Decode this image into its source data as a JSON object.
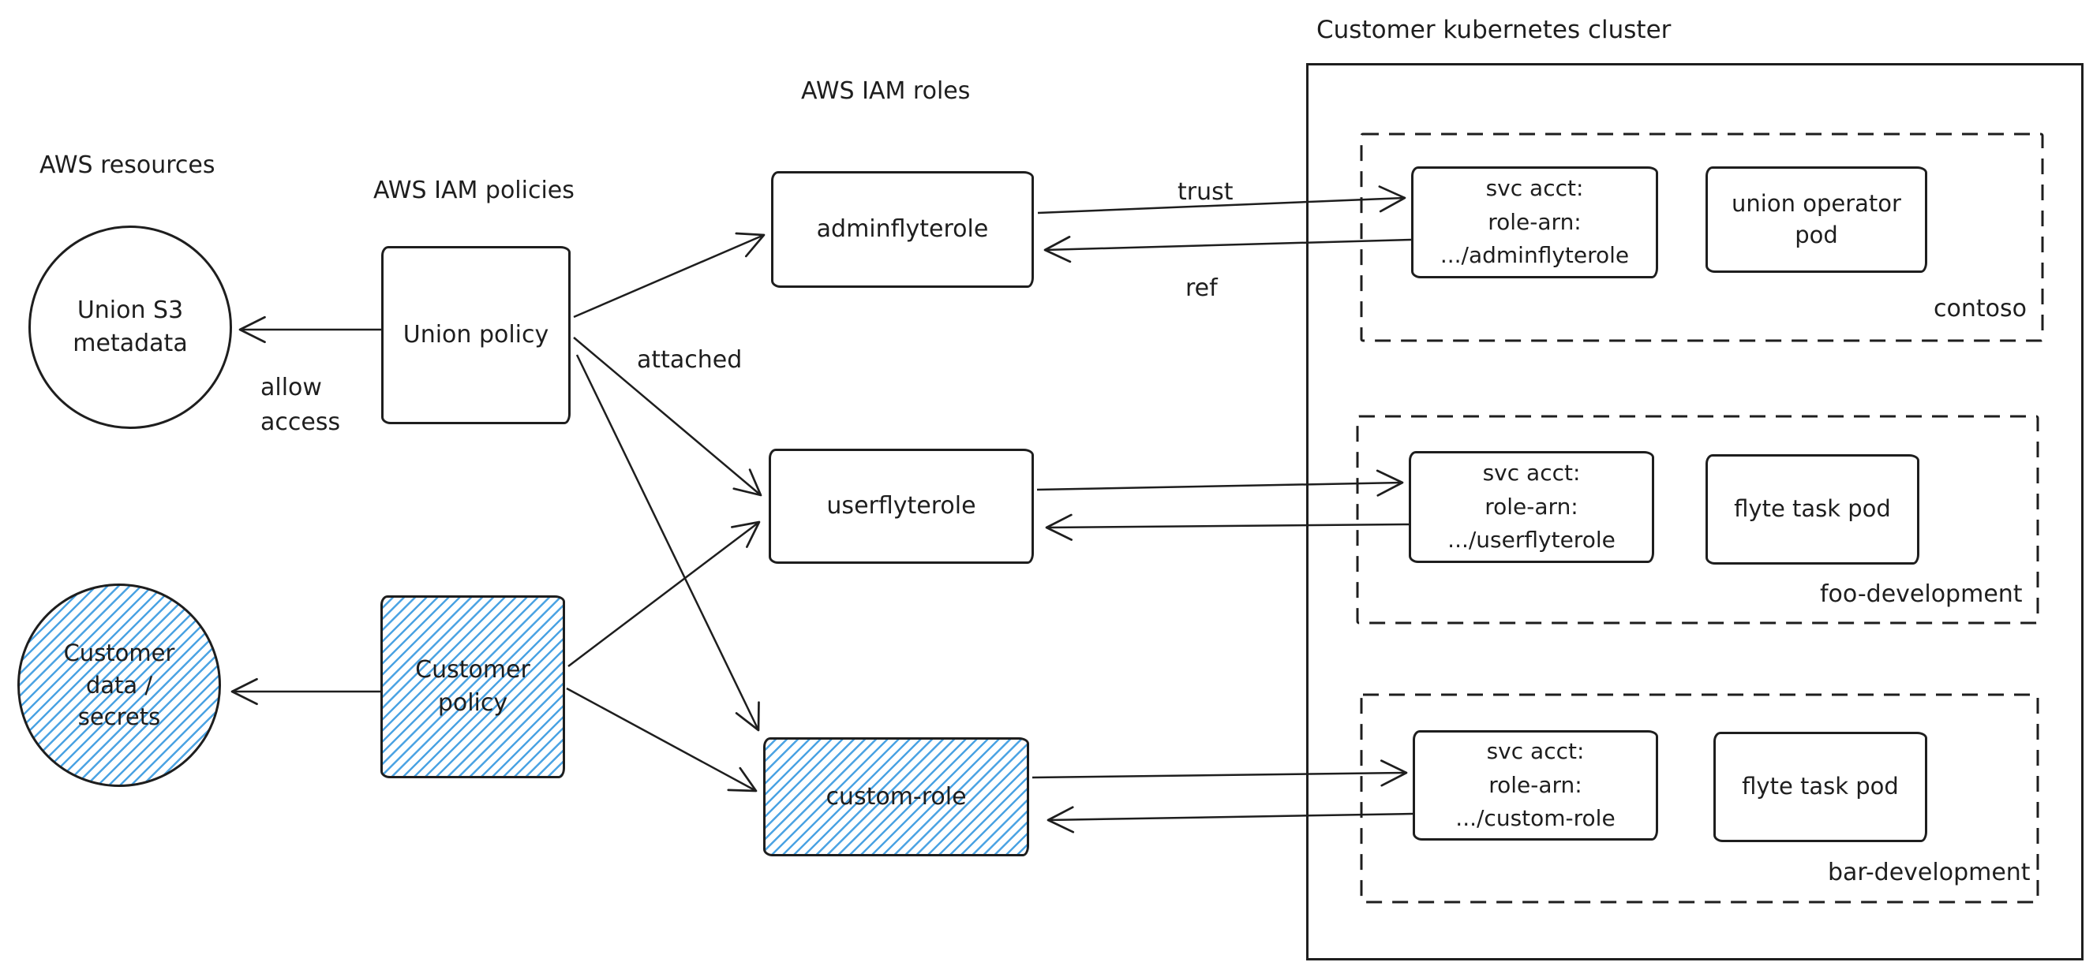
{
  "labels": {
    "aws_resources": "AWS resources",
    "aws_iam_policies": "AWS IAM policies",
    "aws_iam_roles": "AWS IAM roles",
    "cluster_title": "Customer kubernetes cluster"
  },
  "nodes": {
    "union_s3": {
      "line1": "Union S3",
      "line2": "metadata"
    },
    "customer_data": {
      "line1": "Customer",
      "line2": "data /",
      "line3": "secrets"
    },
    "union_policy": {
      "label": "Union policy"
    },
    "customer_policy": {
      "line1": "Customer",
      "line2": "policy"
    },
    "adminflyterole": {
      "label": "adminflyterole"
    },
    "userflyterole": {
      "label": "userflyterole"
    },
    "custom_role": {
      "label": "custom-role"
    }
  },
  "edge_labels": {
    "allow_line1": "allow",
    "allow_line2": "access",
    "attached": "attached",
    "trust": "trust",
    "ref": "ref"
  },
  "cluster": {
    "namespaces": [
      {
        "name": "contoso",
        "svc_acct_line1": "svc acct:",
        "svc_acct_line2": "role-arn:",
        "svc_acct_line3": ".../adminflyterole",
        "pod": "union operator pod"
      },
      {
        "name": "foo-development",
        "svc_acct_line1": "svc acct:",
        "svc_acct_line2": "role-arn:",
        "svc_acct_line3": ".../userflyterole",
        "pod": "flyte task pod"
      },
      {
        "name": "bar-development",
        "svc_acct_line1": "svc acct:",
        "svc_acct_line2": "role-arn:",
        "svc_acct_line3": ".../custom-role",
        "pod": "flyte task pod"
      }
    ]
  },
  "colors": {
    "stroke": "#1e1e1e",
    "hatch_blue": "#4BA3E3",
    "background": "#ffffff"
  }
}
